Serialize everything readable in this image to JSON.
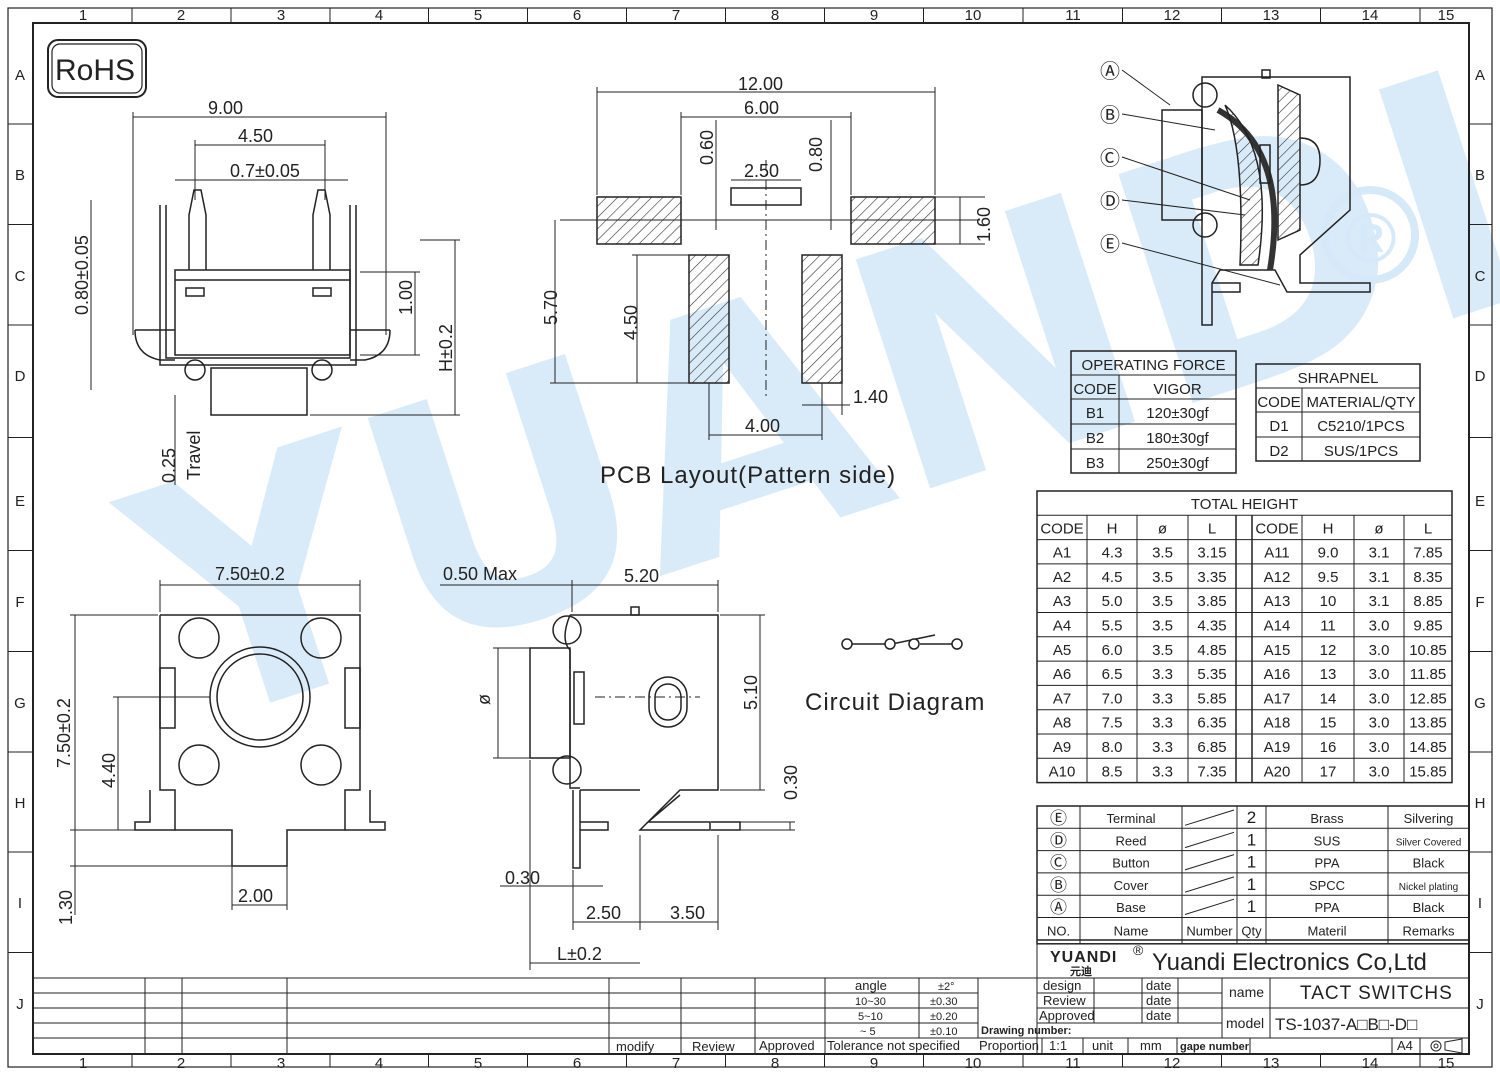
{
  "rohs": "RoHS",
  "grid": {
    "cols": [
      "1",
      "2",
      "3",
      "4",
      "5",
      "6",
      "7",
      "8",
      "9",
      "10",
      "11",
      "12",
      "13",
      "14",
      "15"
    ],
    "rows": [
      "A",
      "B",
      "C",
      "D",
      "E",
      "F",
      "G",
      "H",
      "I",
      "J"
    ]
  },
  "side_view": {
    "dims": [
      "9.00",
      "4.50",
      "0.7±0.05",
      "0.80±0.05",
      "1.00",
      "H±0.2",
      "0.25",
      "Travel"
    ]
  },
  "pcb": {
    "dims": [
      "12.00",
      "6.00",
      "0.60",
      "0.80",
      "2.50",
      "1.60",
      "5.70",
      "4.50",
      "1.40",
      "4.00"
    ],
    "title": "PCB Layout(Pattern side)"
  },
  "top_view": {
    "dims": [
      "7.50±0.2",
      "7.50±0.2",
      "4.40",
      "1.30",
      "2.00"
    ]
  },
  "side2_view": {
    "dims": [
      "0.50 Max",
      "5.20",
      "ø",
      "5.10",
      "0.30",
      "0.30",
      "2.50",
      "3.50",
      "L±0.2"
    ]
  },
  "circuit_title": "Circuit Diagram",
  "callouts": [
    "Ⓐ",
    "Ⓑ",
    "Ⓒ",
    "Ⓓ",
    "Ⓔ"
  ],
  "operating_force": {
    "title": "OPERATING FORCE",
    "headers": [
      "CODE",
      "VIGOR"
    ],
    "rows": [
      [
        "B1",
        "120±30gf"
      ],
      [
        "B2",
        "180±30gf"
      ],
      [
        "B3",
        "250±30gf"
      ]
    ]
  },
  "shrapnel": {
    "title": "SHRAPNEL",
    "headers": [
      "CODE",
      "MATERIAL/QTY"
    ],
    "rows": [
      [
        "D1",
        "C5210/1PCS"
      ],
      [
        "D2",
        "SUS/1PCS"
      ]
    ]
  },
  "total_height": {
    "title": "TOTAL HEIGHT",
    "headers": [
      "CODE",
      "H",
      "ø",
      "L",
      "CODE",
      "H",
      "ø",
      "L"
    ],
    "rows": [
      [
        "A1",
        "4.3",
        "3.5",
        "3.15",
        "A11",
        "9.0",
        "3.1",
        "7.85"
      ],
      [
        "A2",
        "4.5",
        "3.5",
        "3.35",
        "A12",
        "9.5",
        "3.1",
        "8.35"
      ],
      [
        "A3",
        "5.0",
        "3.5",
        "3.85",
        "A13",
        "10",
        "3.1",
        "8.85"
      ],
      [
        "A4",
        "5.5",
        "3.5",
        "4.35",
        "A14",
        "11",
        "3.0",
        "9.85"
      ],
      [
        "A5",
        "6.0",
        "3.5",
        "4.85",
        "A15",
        "12",
        "3.0",
        "10.85"
      ],
      [
        "A6",
        "6.5",
        "3.3",
        "5.35",
        "A16",
        "13",
        "3.0",
        "11.85"
      ],
      [
        "A7",
        "7.0",
        "3.3",
        "5.85",
        "A17",
        "14",
        "3.0",
        "12.85"
      ],
      [
        "A8",
        "7.5",
        "3.3",
        "6.35",
        "A18",
        "15",
        "3.0",
        "13.85"
      ],
      [
        "A9",
        "8.0",
        "3.3",
        "6.85",
        "A19",
        "16",
        "3.0",
        "14.85"
      ],
      [
        "A10",
        "8.5",
        "3.3",
        "7.35",
        "A20",
        "17",
        "3.0",
        "15.85"
      ]
    ]
  },
  "bom": {
    "rows": [
      [
        "Ⓔ",
        "Terminal",
        "",
        "2",
        "Brass",
        "Silvering"
      ],
      [
        "Ⓓ",
        "Reed",
        "",
        "1",
        "SUS",
        "Silver Covered"
      ],
      [
        "Ⓒ",
        "Button",
        "",
        "1",
        "PPA",
        "Black"
      ],
      [
        "Ⓑ",
        "Cover",
        "",
        "1",
        "SPCC",
        "Nickel plating"
      ],
      [
        "Ⓐ",
        "Base",
        "",
        "1",
        "PPA",
        "Black"
      ]
    ],
    "headers": [
      "NO.",
      "Name",
      "Number",
      "Qty",
      "Materil",
      "Remarks"
    ]
  },
  "title_block": {
    "logo_text": "YUANDI",
    "logo_sub": "元迪",
    "reg_mark": "®",
    "company": "Yuandi Electronics Co,Ltd",
    "design": "design",
    "review": "Review",
    "approved": "Approved",
    "date": "date",
    "name_label": "name",
    "name_value": "TACT SWITCHS",
    "model_label": "model",
    "model_value": "TS-1037-A□B□-D□",
    "drawing_number": "Drawing number:",
    "proportion": "Proportion",
    "scale": "1:1",
    "unit": "unit",
    "mm": "mm",
    "gape_number": "gape number",
    "paper": "A4",
    "angle": "angle",
    "angle_tol": "±2°",
    "r1": "10~30",
    "r1_tol": "±0.30",
    "r2": "5~10",
    "r2_tol": "±0.20",
    "r3": "~ 5",
    "r3_tol": "±0.10",
    "tolerance": "Tolerance not specified",
    "modify": "modify",
    "rev_col": "Review",
    "appr_col": "Approved"
  },
  "watermark": "YUANDI",
  "colors": {
    "watermark": "#cfe6f7",
    "green": "#d8f0c8",
    "line": "#222222"
  }
}
